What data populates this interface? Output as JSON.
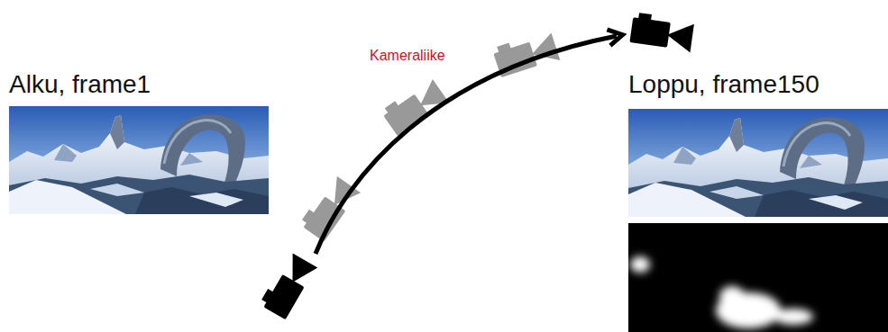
{
  "diagram": {
    "nodes": [
      {
        "text": [
          "Alku, frame1"
        ]
      },
      {
        "text": [
          "Loppu, frame150"
        ]
      }
    ],
    "labels": [
      "Kameraliike"
    ]
  }
}
